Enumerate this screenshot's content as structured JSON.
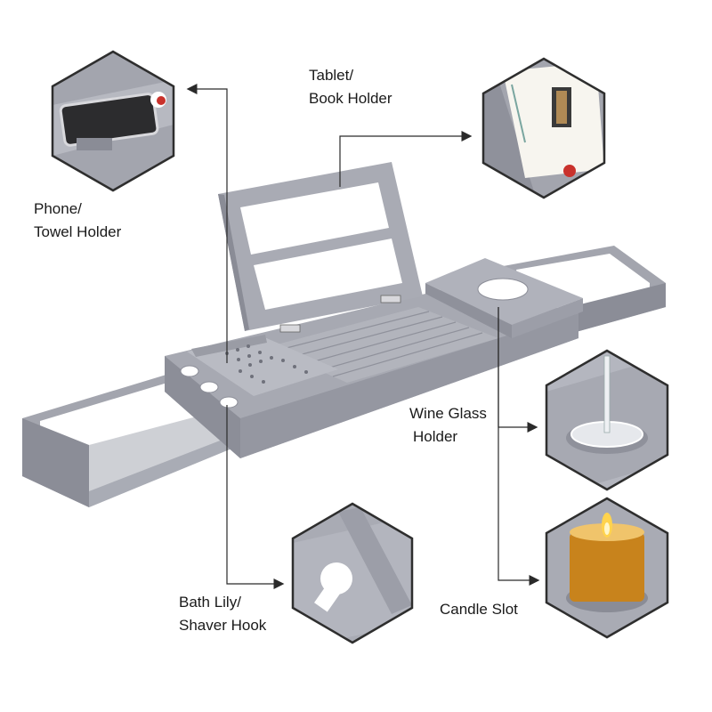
{
  "labels": {
    "tablet": {
      "line1": "Tablet/",
      "line2": "Book Holder"
    },
    "phone": {
      "line1": "Phone/",
      "line2": "Towel Holder"
    },
    "wine": {
      "line1": "Wine Glass",
      "line2": "Holder"
    },
    "bath_lily": {
      "line1": "Bath Lily/",
      "line2": "Shaver Hook"
    },
    "candle": {
      "line1": "Candle Slot"
    }
  },
  "colors": {
    "wood": "#9ea0aa",
    "wood_light": "#b4b6bf",
    "wood_dark": "#7d7f89",
    "outline": "#3a3a3a",
    "candle_glass": "#c8831c",
    "flame": "#ffd34d"
  },
  "icons": [
    "arrow-icon"
  ]
}
